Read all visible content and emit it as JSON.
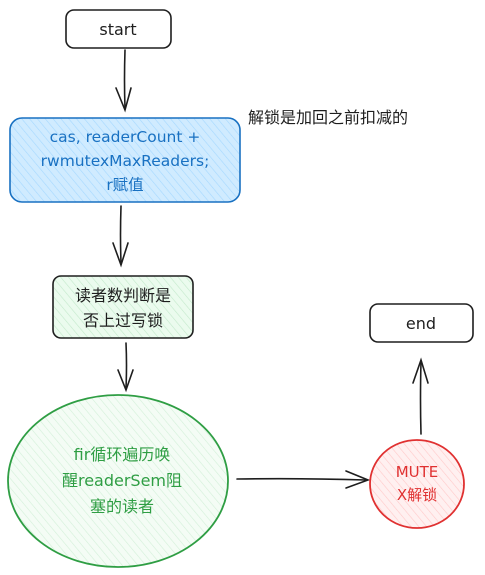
{
  "nodes": {
    "start": {
      "label": "start"
    },
    "cas": {
      "lines": [
        "cas, readerCount +",
        "rwmutexMaxReaders;",
        "r赋值"
      ]
    },
    "check": {
      "lines": [
        "读者数判断是",
        "否上过写锁"
      ]
    },
    "loop": {
      "lines": [
        "fir循环遍历唤",
        "醒readerSem阻",
        "塞的读者"
      ]
    },
    "mutex": {
      "lines": [
        "MUTE",
        "X解锁"
      ]
    },
    "end": {
      "label": "end"
    }
  },
  "annotation": {
    "text": "解锁是加回之前扣减的"
  },
  "colors": {
    "ink": "#1e1e1e",
    "blue_stroke": "#1971c2",
    "blue_fill": "#d0ebff",
    "green_stroke": "#2f9e44",
    "green_fill": "#ebfbee",
    "green_text": "#2f9e44",
    "red_stroke": "#e03131",
    "red_fill": "#ffe3e3",
    "red_text": "#e03131"
  }
}
